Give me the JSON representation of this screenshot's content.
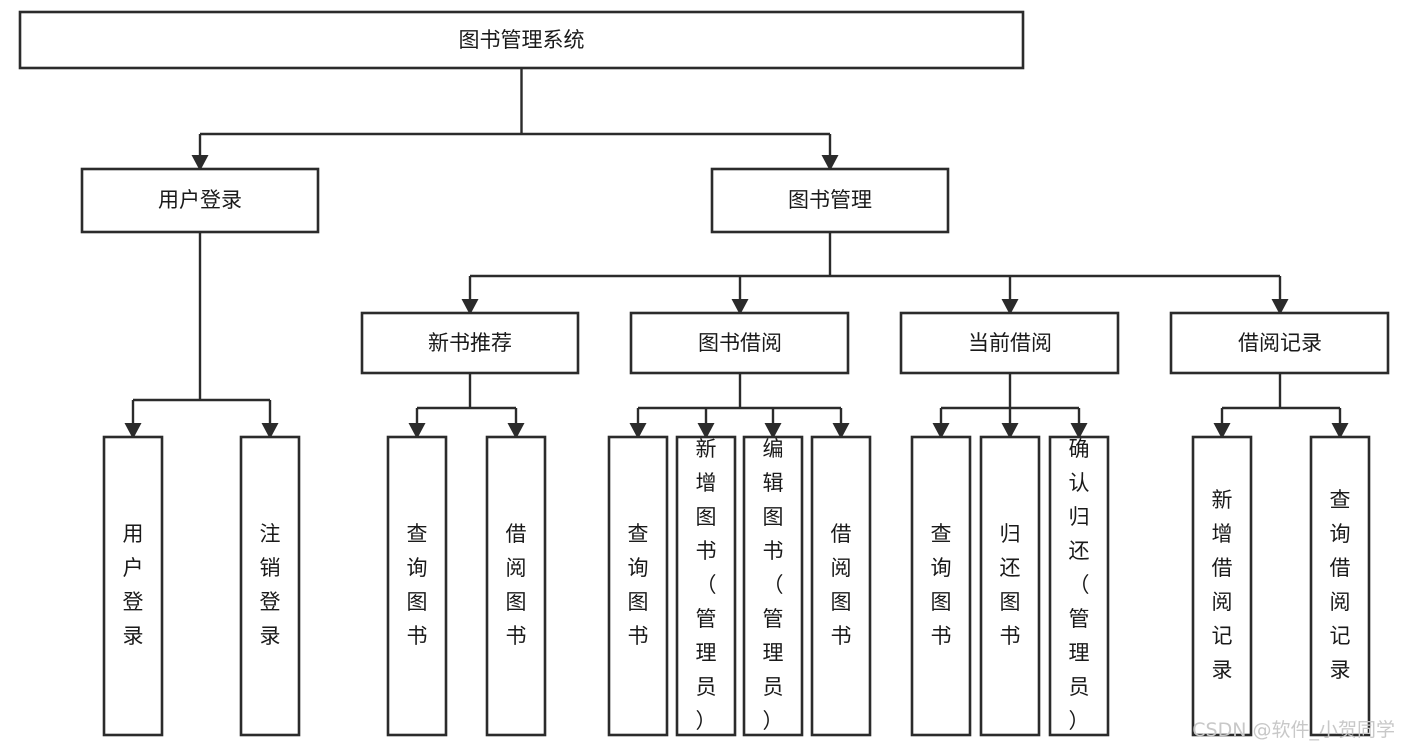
{
  "diagram": {
    "title": "图书管理系统",
    "type": "function-structure-tree",
    "orientation": "top-down",
    "root": {
      "id": "root",
      "label": "图书管理系统",
      "text_direction": "horizontal"
    },
    "level2": [
      {
        "id": "user-login",
        "label": "用户登录",
        "text_direction": "horizontal"
      },
      {
        "id": "book-manage",
        "label": "图书管理",
        "text_direction": "horizontal"
      }
    ],
    "level3": [
      {
        "id": "new-book-recommend",
        "label": "新书推荐",
        "parent": "book-manage",
        "text_direction": "horizontal"
      },
      {
        "id": "book-borrow",
        "label": "图书借阅",
        "parent": "book-manage",
        "text_direction": "horizontal"
      },
      {
        "id": "current-borrow",
        "label": "当前借阅",
        "parent": "book-manage",
        "text_direction": "horizontal"
      },
      {
        "id": "borrow-record",
        "label": "借阅记录",
        "parent": "book-manage",
        "text_direction": "horizontal"
      }
    ],
    "leaves": [
      {
        "id": "leaf-user-login",
        "label": "用户登录",
        "parent": "user-login",
        "text_direction": "vertical"
      },
      {
        "id": "leaf-user-logout",
        "label": "注销登录",
        "parent": "user-login",
        "text_direction": "vertical"
      },
      {
        "id": "leaf-query-book-1",
        "label": "查询图书",
        "parent": "new-book-recommend",
        "text_direction": "vertical"
      },
      {
        "id": "leaf-borrow-book-1",
        "label": "借阅图书",
        "parent": "new-book-recommend",
        "text_direction": "vertical"
      },
      {
        "id": "leaf-query-book-2",
        "label": "查询图书",
        "parent": "book-borrow",
        "text_direction": "vertical"
      },
      {
        "id": "leaf-add-book",
        "label": "新增图书（管理员）",
        "parent": "book-borrow",
        "text_direction": "vertical"
      },
      {
        "id": "leaf-edit-book",
        "label": "编辑图书（管理员）",
        "parent": "book-borrow",
        "text_direction": "vertical"
      },
      {
        "id": "leaf-borrow-book-2",
        "label": "借阅图书",
        "parent": "book-borrow",
        "text_direction": "vertical"
      },
      {
        "id": "leaf-query-book-3",
        "label": "查询图书",
        "parent": "current-borrow",
        "text_direction": "vertical"
      },
      {
        "id": "leaf-return-book",
        "label": "归还图书",
        "parent": "current-borrow",
        "text_direction": "vertical"
      },
      {
        "id": "leaf-confirm-return",
        "label": "确认归还（管理员）",
        "parent": "current-borrow",
        "text_direction": "vertical"
      },
      {
        "id": "leaf-add-record",
        "label": "新增借阅记录",
        "parent": "borrow-record",
        "text_direction": "vertical"
      },
      {
        "id": "leaf-query-record",
        "label": "查询借阅记录",
        "parent": "borrow-record",
        "text_direction": "vertical"
      }
    ],
    "colors": {
      "box_stroke": "#2b2b2b",
      "box_fill": "#ffffff",
      "connector": "#2b2b2b",
      "text": "#1a1a1a",
      "background": "#ffffff",
      "watermark": "#c8c8c8"
    }
  },
  "watermark": {
    "text": "CSDN @软件_小贺同学"
  }
}
